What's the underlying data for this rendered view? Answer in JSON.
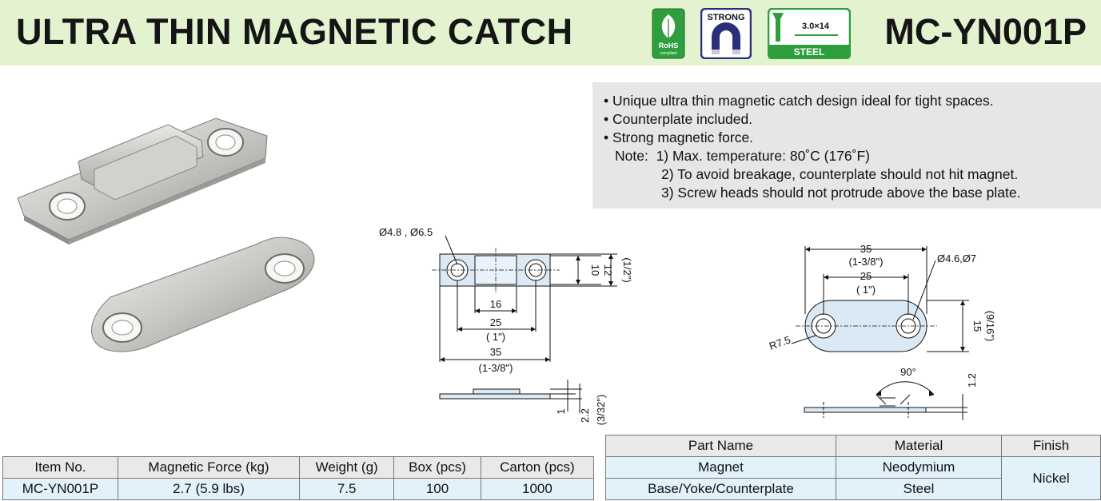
{
  "header": {
    "title": "ULTRA THIN MAGNETIC CATCH",
    "model": "MC-YN001P",
    "badges": {
      "rohs": {
        "line1": "RoHS",
        "line2": "compliant"
      },
      "strong": "STRONG",
      "steel": {
        "size": "3.0×14",
        "label": "STEEL"
      }
    }
  },
  "features": {
    "bullets": [
      "• Unique ultra thin magnetic catch design ideal for tight spaces.",
      "• Counterplate included.",
      "• Strong magnetic force."
    ],
    "note_label": "Note:",
    "notes": [
      "1) Max. temperature: 80˚C (176˚F)",
      "2) To avoid breakage, counterplate should not hit magnet.",
      "3) Screw heads should not protrude above the base plate."
    ]
  },
  "drawing_catch": {
    "hole_label": "Ø4.8 , Ø6.5",
    "d16": "16",
    "d25": "25",
    "d25_in": "( 1\")",
    "d35": "35",
    "d35_in": "(1-3/8\")",
    "h10": "10",
    "h12": "12",
    "h12_in": "(1/2\")",
    "t1": "1",
    "t22": "2.2",
    "t22_in": "(3/32\")"
  },
  "drawing_plate": {
    "d35": "35",
    "d35_in": "(1-3/8\")",
    "d25": "25",
    "d25_in": "( 1\")",
    "hole_label": "Ø4.6,Ø7",
    "radius": "R7.5",
    "h15": "15",
    "h15_in": "(9/16\")",
    "angle": "90°",
    "t12": "1.2"
  },
  "spec_table": {
    "headers": [
      "Item No.",
      "Magnetic Force (kg)",
      "Weight (g)",
      "Box (pcs)",
      "Carton (pcs)"
    ],
    "row": [
      "MC-YN001P",
      "2.7 (5.9 lbs)",
      "7.5",
      "100",
      "1000"
    ]
  },
  "material_table": {
    "headers": [
      "Part Name",
      "Material",
      "Finish"
    ],
    "rows": [
      {
        "part": "Magnet",
        "material": "Neodymium"
      },
      {
        "part": "Base/Yoke/Counterplate",
        "material": "Steel"
      }
    ],
    "finish": "Nickel"
  },
  "colors": {
    "header_bg": "#e4f3cf",
    "badge_green": "#2e9e3e",
    "badge_navy": "#2b2f7a",
    "features_bg": "#e6e6e6",
    "table_cell_bg": "#e2f2fb",
    "drawing_fill": "#dbe9f5"
  }
}
